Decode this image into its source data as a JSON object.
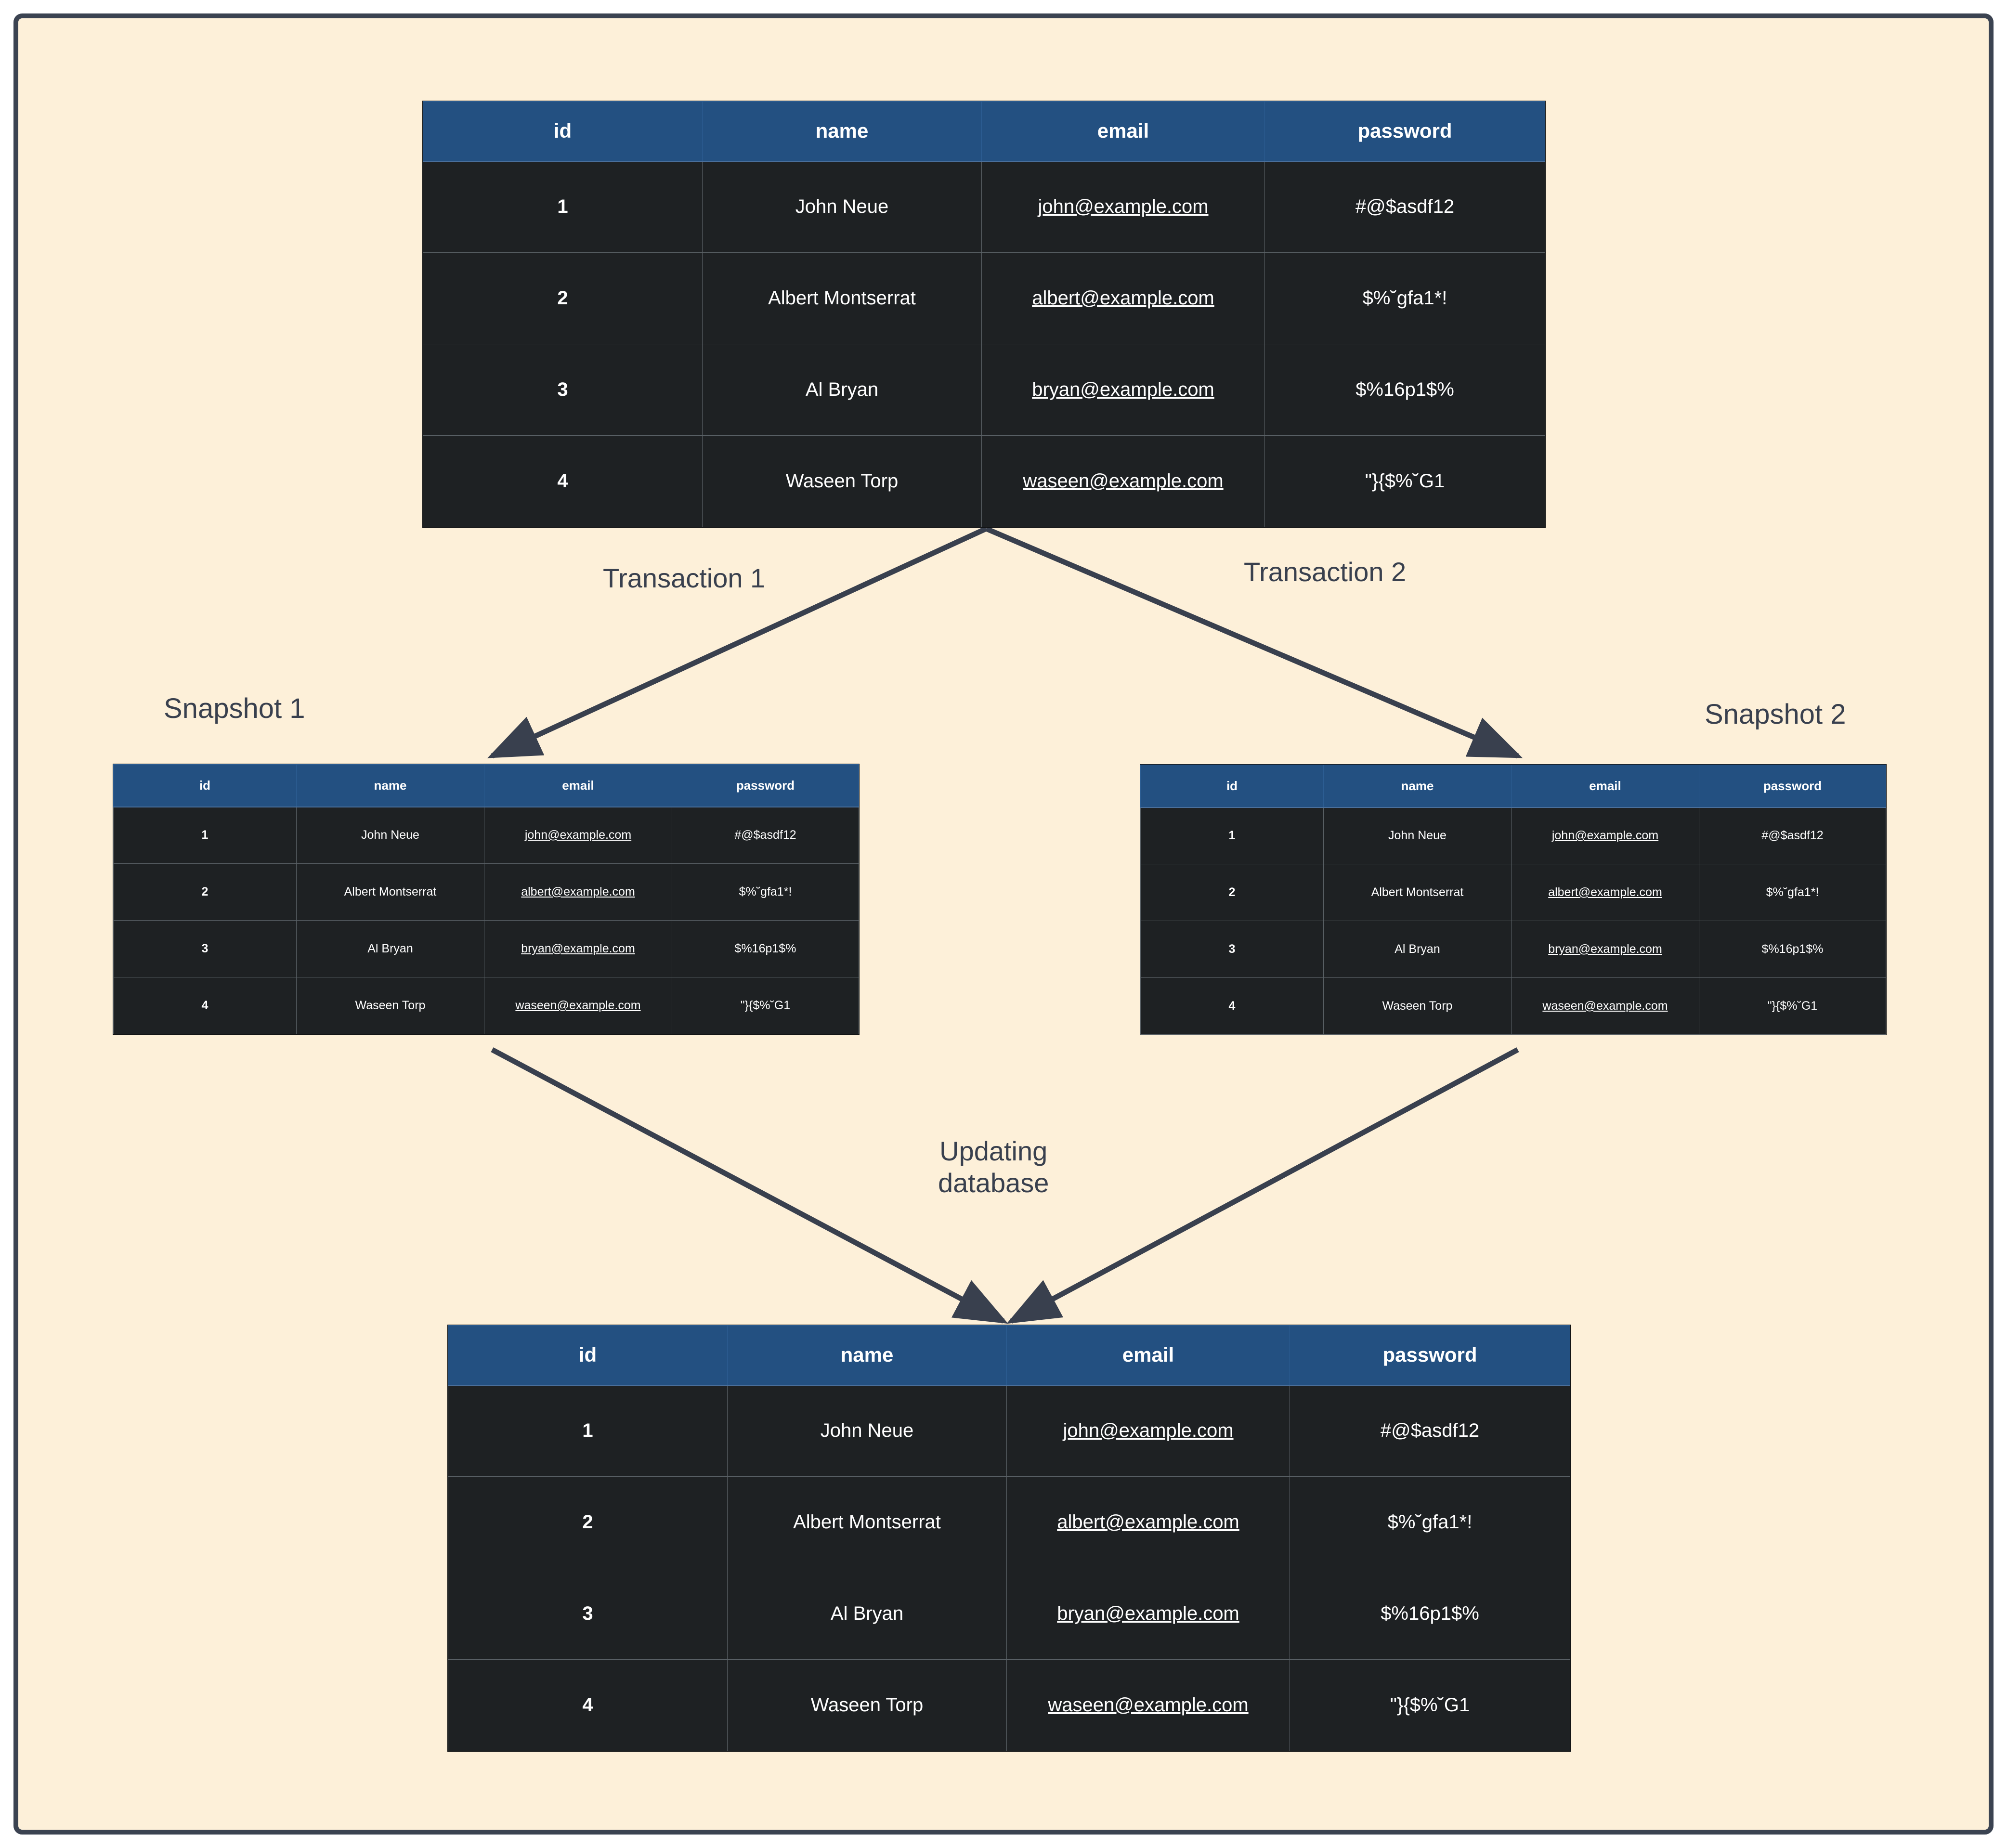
{
  "diagram": {
    "title_text": "",
    "background_color": "#fdf0d9",
    "frame_color": "#3b4351",
    "header_color": "#235081",
    "cell_color": "#1e2123",
    "connector_color": "#39404e"
  },
  "labels": {
    "transaction_1": "Transaction 1",
    "transaction_2": "Transaction 2",
    "snapshot_1": "Snapshot 1",
    "snapshot_2": "Snapshot 2",
    "updating_database": "Updating\ndatabase"
  },
  "table": {
    "columns": [
      "id",
      "name",
      "email",
      "password"
    ],
    "rows": [
      {
        "id": "1",
        "name": "John Neue",
        "email": "john@example.com",
        "password": "#@$asdf12"
      },
      {
        "id": "2",
        "name": "Albert Montserrat",
        "email": "albert@example.com",
        "password": "$%˘gfa1*!"
      },
      {
        "id": "3",
        "name": "Al Bryan",
        "email": "bryan@example.com",
        "password": "$%16p1$%"
      },
      {
        "id": "4",
        "name": "Waseen Torp",
        "email": "waseen@example.com",
        "password": "\"}{$%˘G1"
      }
    ]
  },
  "tables": {
    "original": {
      "name": "original-database-table"
    },
    "snapshot_1": {
      "name": "snapshot-1-table"
    },
    "snapshot_2": {
      "name": "snapshot-2-table"
    },
    "final": {
      "name": "final-database-table"
    }
  }
}
